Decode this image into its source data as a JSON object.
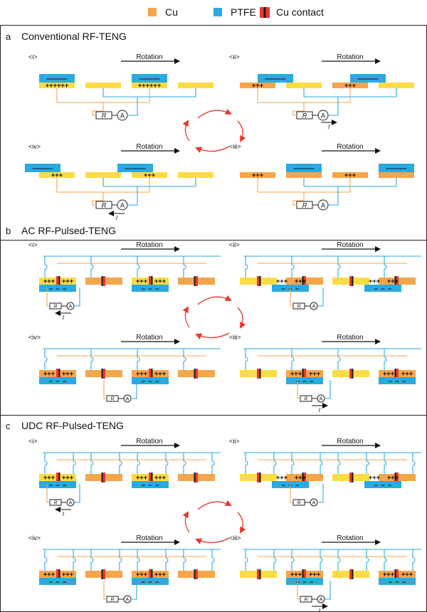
{
  "legend": {
    "cu": "Cu",
    "ptfe": "PTFE",
    "contact": "Cu contact"
  },
  "colors": {
    "cu": "#F5A54A",
    "cu_light": "#FBDC44",
    "ptfe": "#2AAAE0",
    "wire_cu": "#F5A54A",
    "wire_ptfe": "#2AAAE0",
    "cycle_arrow": "#E8382E",
    "contact_red": "#E8382E",
    "contact_black": "#1a1a1a"
  },
  "common": {
    "rotation": "Rotation",
    "resistor": "R",
    "ammeter": "A",
    "current": "I",
    "plus6": "++++++",
    "plus3": "+++",
    "minus6": "– – – – – –",
    "minus3": "– – –"
  },
  "panels": [
    {
      "letter": "a",
      "title": "Conventional RF-TENG",
      "steps": [
        "<i>",
        "<ii>",
        "<iii>",
        "<iv>"
      ]
    },
    {
      "letter": "b",
      "title": "AC RF-Pulsed-TENG",
      "steps": [
        "<i>",
        "<ii>",
        "<iii>",
        "<iv>"
      ]
    },
    {
      "letter": "c",
      "title": "UDC RF-Pulsed-TENG",
      "steps": [
        "<i>",
        "<ii>",
        "<iii>",
        "<iv>"
      ]
    }
  ]
}
